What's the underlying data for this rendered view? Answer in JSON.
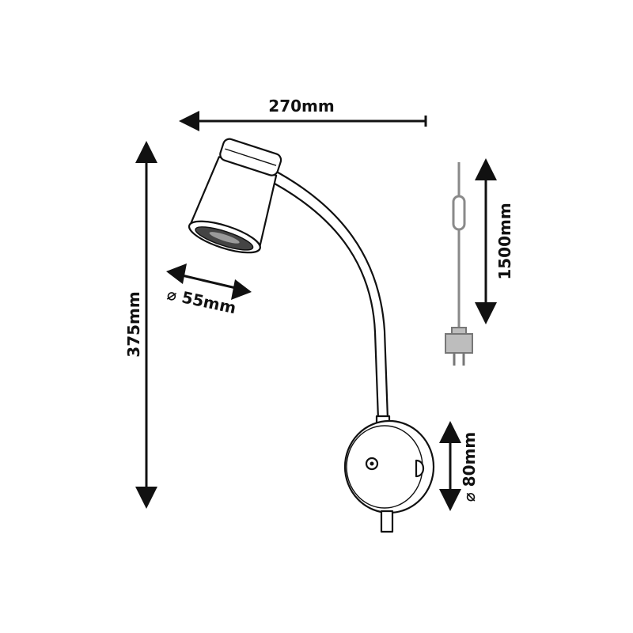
{
  "dimensions": {
    "width_label": "270mm",
    "height_label": "375mm",
    "head_diameter_label": "⌀ 55mm",
    "cord_length_label": "1500mm",
    "base_diameter_label": "⌀ 80mm"
  },
  "colors": {
    "line": "#111111",
    "plug": "#bdbdbd"
  }
}
